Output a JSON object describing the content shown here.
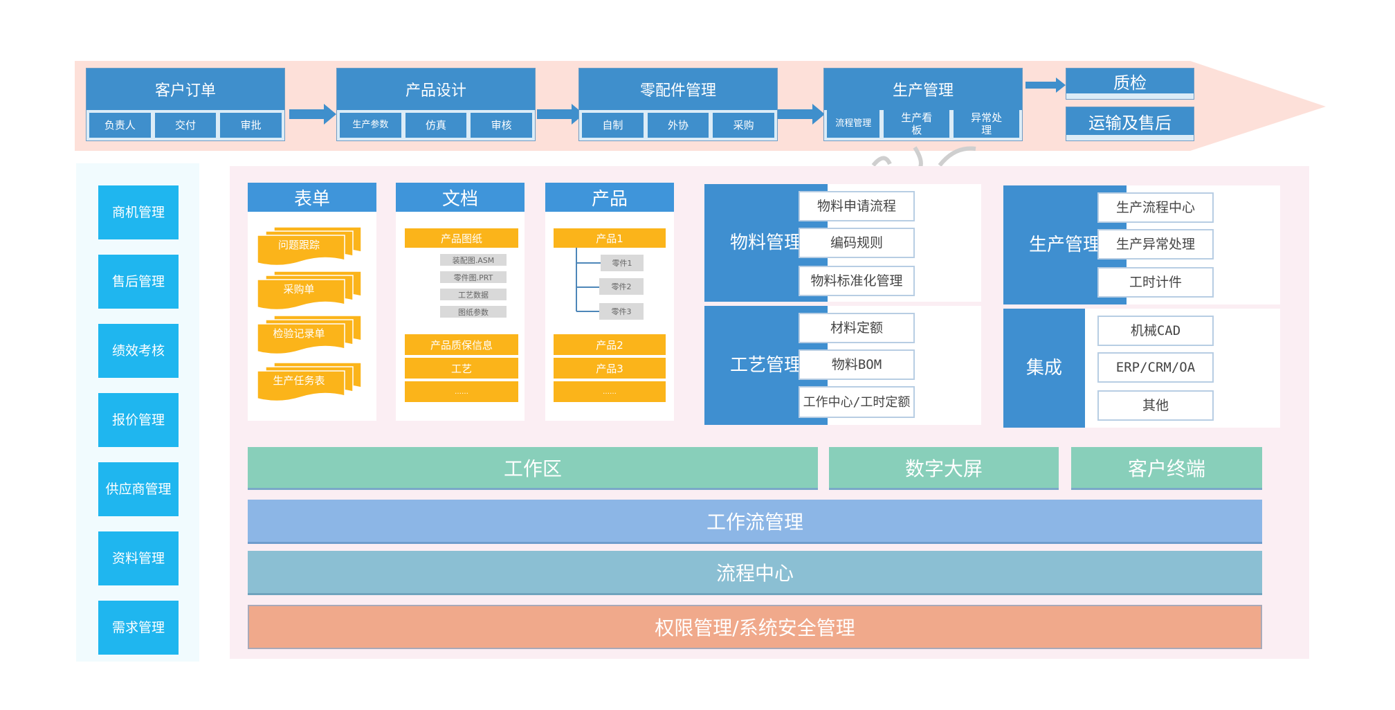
{
  "flow": {
    "stages": [
      {
        "title": "客户订单",
        "subs": [
          "负责人",
          "交付",
          "审批"
        ]
      },
      {
        "title": "产品设计",
        "subs": [
          "生产参数",
          "仿真",
          "审核"
        ]
      },
      {
        "title": "零配件管理",
        "subs": [
          "自制",
          "外协",
          "采购"
        ]
      },
      {
        "title": "生产管理",
        "subs": [
          "流程管理",
          "生产看板",
          "异常处理"
        ]
      }
    ],
    "final_stages": [
      "质检",
      "运输及售后"
    ]
  },
  "sidebar": {
    "items": [
      "商机管理",
      "售后管理",
      "绩效考核",
      "报价管理",
      "供应商管理",
      "资料管理",
      "需求管理"
    ]
  },
  "forms_card": {
    "title": "表单",
    "items": [
      "问题跟踪",
      "采购单",
      "检验记录单",
      "生产任务表"
    ]
  },
  "docs_card": {
    "title": "文档",
    "drawing": "产品图纸",
    "drawing_files": [
      "装配图.ASM",
      "零件图.PRT",
      "工艺数据",
      "图纸参数"
    ],
    "items": [
      "产品质保信息",
      "工艺",
      "……"
    ]
  },
  "products_card": {
    "title": "产品",
    "product1": "产品1",
    "parts": [
      "零件1",
      "零件2",
      "零件3"
    ],
    "items": [
      "产品2",
      "产品3",
      "……"
    ]
  },
  "modules": {
    "material": {
      "label": "物料管理",
      "items": [
        "物料申请流程",
        "编码规则",
        "物料标准化管理"
      ]
    },
    "process": {
      "label": "工艺管理",
      "items": [
        "材料定额",
        "物料BOM",
        "工作中心/工时定额"
      ]
    },
    "production": {
      "label": "生产管理",
      "items": [
        "生产流程中心",
        "生产异常处理",
        "工时计件"
      ]
    },
    "integration": {
      "label": "集成",
      "items": [
        "机械CAD",
        "ERP/CRM/OA",
        "其他"
      ]
    }
  },
  "layers": {
    "workspace": "工作区",
    "big_screen": "数字大屏",
    "client_terminal": "客户终端",
    "workflow": "工作流管理",
    "process_center": "流程中心",
    "security": "权限管理/系统安全管理"
  },
  "colors": {
    "flow_blue": "#3f8fcc",
    "sidebar_cyan": "#1fb6ef",
    "orange": "#fbb41a",
    "green_layer": "#88cfba",
    "workflow_layer": "#8cb6e6",
    "process_layer": "#8bbfd3",
    "security_layer": "#f0a98b"
  }
}
